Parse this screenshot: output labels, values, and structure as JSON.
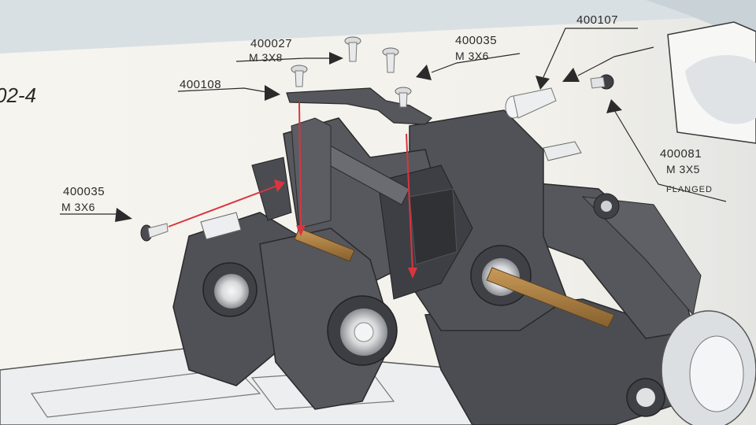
{
  "step": {
    "label": "02-4"
  },
  "callouts": [
    {
      "id": "screw-top-left",
      "part": "400027",
      "spec": "M 3X8",
      "note": ""
    },
    {
      "id": "screw-top-right",
      "part": "400035",
      "spec": "M 3X6",
      "note": ""
    },
    {
      "id": "top-plate",
      "part": "400108",
      "spec": "",
      "note": ""
    },
    {
      "id": "side-screw",
      "part": "400035",
      "spec": "M 3X6",
      "note": ""
    },
    {
      "id": "ball-stud",
      "part": "400107",
      "spec": "",
      "note": ""
    },
    {
      "id": "flanged-screw",
      "part": "400081",
      "spec": "M 3X5",
      "note": "FLANGED"
    }
  ],
  "colors": {
    "paper": "#f4f2ec",
    "shadow": "#d6dde0",
    "part_dark": "#4d4f55",
    "part_mid": "#6c6e74",
    "part_light": "#c9ccd0",
    "arrow_red": "#d9353f",
    "brass": "#a0763e",
    "ink": "#2b2b2b"
  }
}
